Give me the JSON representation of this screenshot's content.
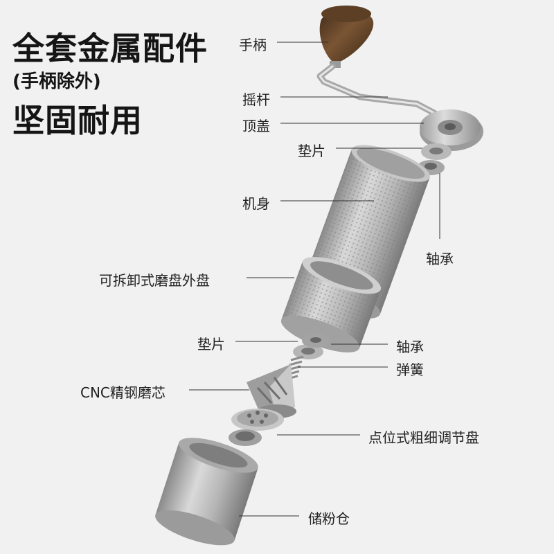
{
  "headline": {
    "line1": "全套金属配件",
    "line2": "(手柄除外)",
    "line3": "坚固耐用"
  },
  "labels": {
    "handle_knob": "手柄",
    "crank": "摇杆",
    "top_cover": "顶盖",
    "washer_top": "垫片",
    "body": "机身",
    "bearing_top": "轴承",
    "outer_burr": "可拆卸式磨盘外盘",
    "washer_bottom": "垫片",
    "bearing_bottom": "轴承",
    "spring": "弹簧",
    "cnc_burr": "CNC精钢磨芯",
    "adjust_dial": "点位式粗细调节盘",
    "catch_cup": "储粉仓"
  },
  "colors": {
    "background": "#f1f1f1",
    "metal_light": "#d2d2d2",
    "metal_mid": "#a9a9a9",
    "metal_dark": "#6f6f6f",
    "wood": "#6b4a2e",
    "leader_line": "#333333",
    "text": "#222222"
  }
}
